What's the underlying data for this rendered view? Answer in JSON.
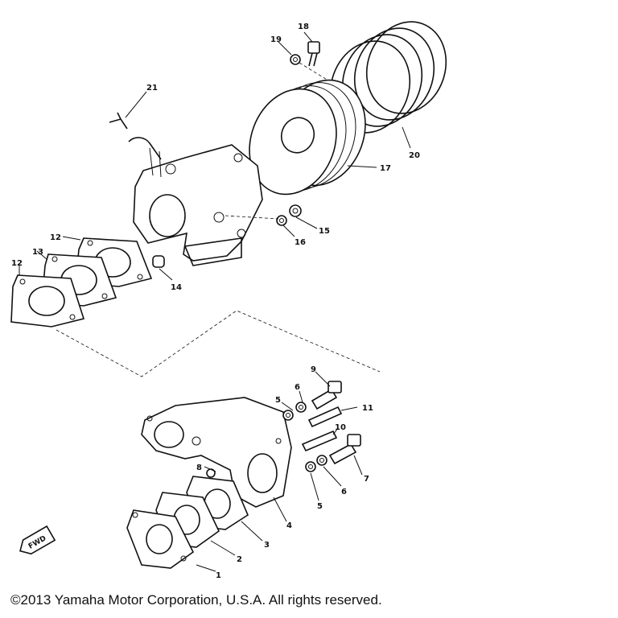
{
  "diagram": {
    "callouts": [
      "1",
      "2",
      "3",
      "4",
      "5",
      "5",
      "6",
      "6",
      "7",
      "8",
      "9",
      "10",
      "11",
      "12",
      "12",
      "13",
      "14",
      "15",
      "16",
      "17",
      "18",
      "19",
      "20",
      "21"
    ],
    "fwd_mark": "FWD"
  },
  "footer": {
    "copyright": "©2013 Yamaha Motor Corporation, U.S.A. All rights reserved."
  }
}
